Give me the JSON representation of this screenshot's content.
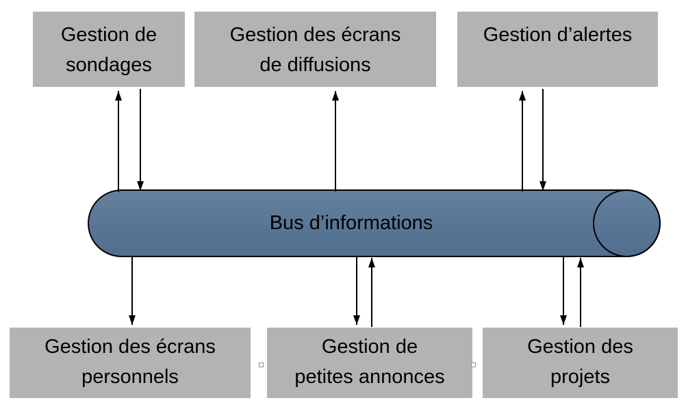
{
  "diagram": {
    "title": "Information bus architecture diagram",
    "bus": {
      "label": "Bus d’informations",
      "fill": "#587695",
      "border": "#000000"
    },
    "box_fill": "#b3b3b3",
    "boxes": [
      {
        "id": "sondages",
        "label": "Gestion de sondages",
        "lines": [
          "Gestion de",
          "sondages"
        ]
      },
      {
        "id": "ecrans-diffusions",
        "label": "Gestion des écrans de diffusions",
        "lines": [
          "Gestion des écrans",
          "de diffusions"
        ]
      },
      {
        "id": "alertes",
        "label": "Gestion d’alertes",
        "lines": [
          "Gestion d’alertes"
        ]
      },
      {
        "id": "ecrans-personnels",
        "label": "Gestion des écrans personnels",
        "lines": [
          "Gestion des écrans",
          "personnels"
        ]
      },
      {
        "id": "petites-annonces",
        "label": "Gestion de petites annonces",
        "lines": [
          "Gestion de",
          "petites annonces"
        ]
      },
      {
        "id": "projets",
        "label": "Gestion des projets",
        "lines": [
          "Gestion des",
          "projets"
        ]
      }
    ]
  }
}
